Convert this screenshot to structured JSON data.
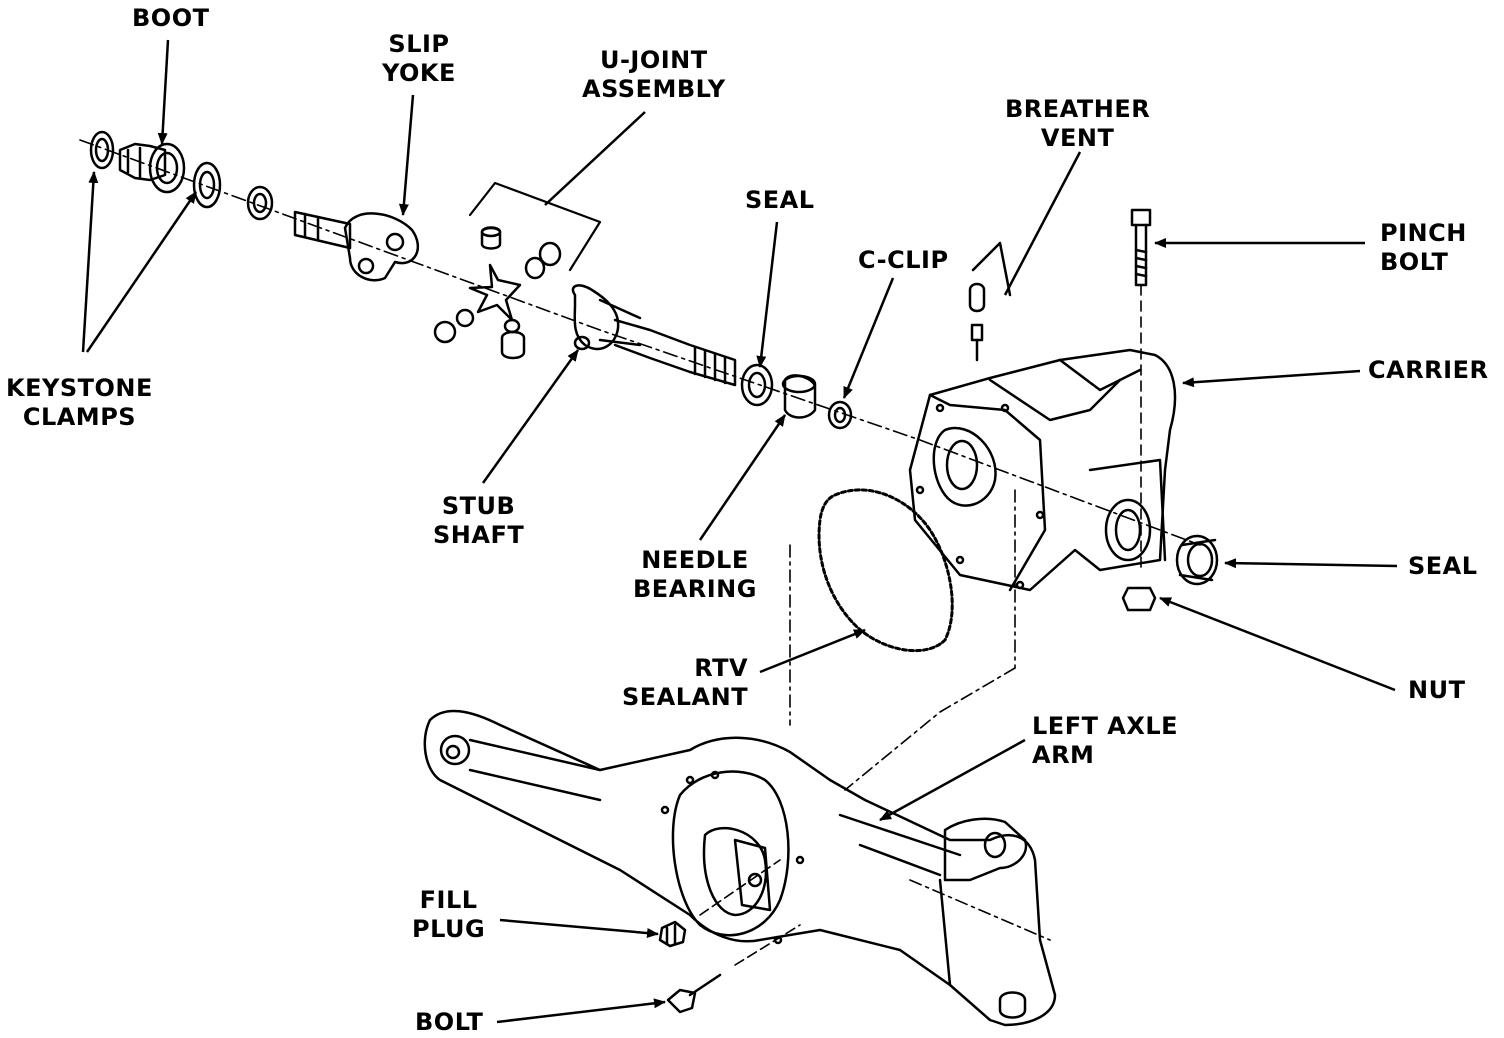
{
  "labels": {
    "boot": "BOOT",
    "slip_yoke": [
      "SLIP",
      "YOKE"
    ],
    "u_joint_assembly": [
      "U-JOINT",
      "ASSEMBLY"
    ],
    "breather_vent": [
      "BREATHER",
      "VENT"
    ],
    "seal_top": "SEAL",
    "c_clip": "C-CLIP",
    "pinch_bolt": [
      "PINCH",
      "BOLT"
    ],
    "keystone_clamps": [
      "KEYSTONE",
      "CLAMPS"
    ],
    "carrier": "CARRIER",
    "stub_shaft": [
      "STUB",
      "SHAFT"
    ],
    "needle_bearing": [
      "NEEDLE",
      "BEARING"
    ],
    "seal_right": "SEAL",
    "rtv_sealant": [
      "RTV",
      "SEALANT"
    ],
    "nut": "NUT",
    "left_axle_arm": [
      "LEFT AXLE",
      "ARM"
    ],
    "fill_plug": [
      "FILL",
      "PLUG"
    ],
    "bolt": "BOLT"
  },
  "colors": {
    "ink": "#000000",
    "paper": "#ffffff"
  }
}
